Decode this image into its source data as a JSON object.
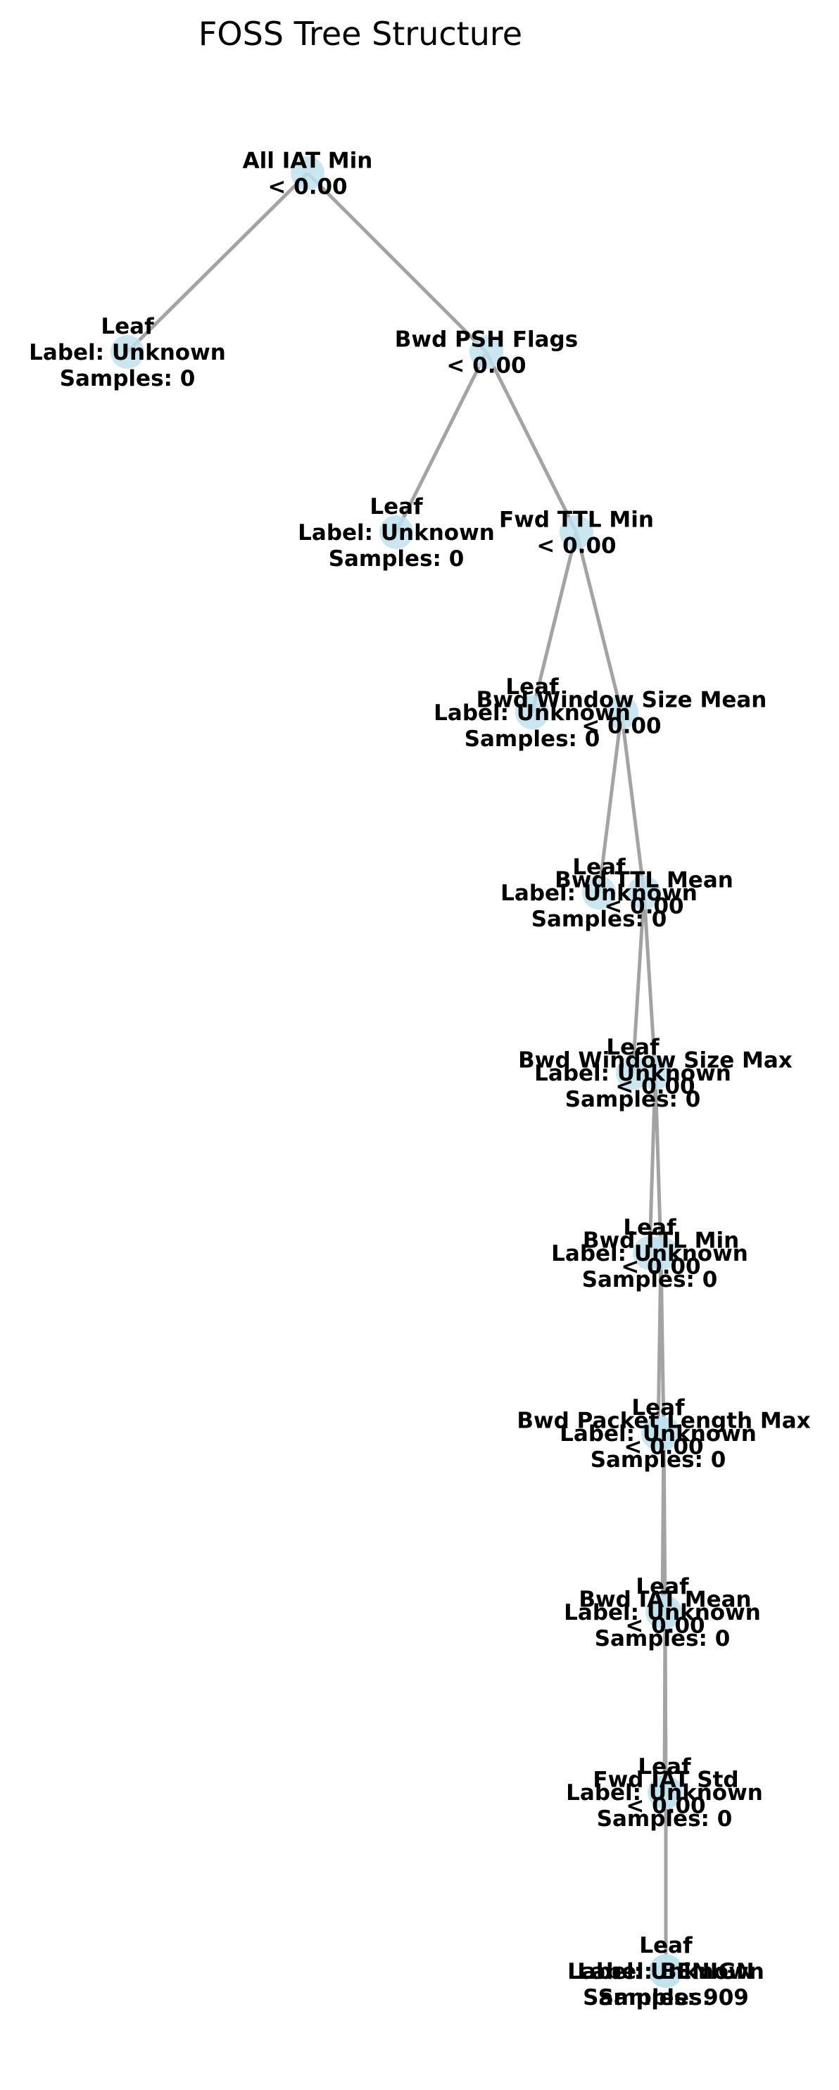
{
  "title": "FOSS Tree Structure",
  "colors": {
    "edge": "#a3a3a3",
    "node": "#bfe2ee",
    "text": "#000000"
  },
  "nodes": [
    {
      "id": "n0",
      "lines": [
        "All IAT Min",
        "< 0.00"
      ]
    },
    {
      "id": "n1",
      "lines": [
        "Leaf",
        "Label: Unknown",
        "Samples: 0"
      ]
    },
    {
      "id": "n2",
      "lines": [
        "Bwd PSH Flags",
        "< 0.00"
      ]
    },
    {
      "id": "n3",
      "lines": [
        "Leaf",
        "Label: Unknown",
        "Samples: 0"
      ]
    },
    {
      "id": "n4",
      "lines": [
        "Fwd TTL Min",
        "< 0.00"
      ]
    },
    {
      "id": "n5",
      "lines": [
        "Leaf",
        "Label: Unknown",
        "Samples: 0"
      ]
    },
    {
      "id": "n6",
      "lines": [
        "Bwd Window Size Mean",
        "< 0.00"
      ]
    },
    {
      "id": "n7",
      "lines": [
        "Leaf",
        "Label: Unknown",
        "Samples: 0"
      ]
    },
    {
      "id": "n8",
      "lines": [
        "Bwd TTL Mean",
        "< 0.00"
      ]
    },
    {
      "id": "n9",
      "lines": [
        "Leaf",
        "Label: Unknown",
        "Samples: 0"
      ]
    },
    {
      "id": "n10",
      "lines": [
        "Bwd Window Size Max",
        "< 0.00"
      ]
    },
    {
      "id": "n11",
      "lines": [
        "Leaf",
        "Label: Unknown",
        "Samples: 0"
      ]
    },
    {
      "id": "n12",
      "lines": [
        "Bwd TTL Min",
        "< 0.00"
      ]
    },
    {
      "id": "n13",
      "lines": [
        "Leaf",
        "Label: Unknown",
        "Samples: 0"
      ]
    },
    {
      "id": "n14",
      "lines": [
        "Bwd Packet Length Max",
        "< 0.00"
      ]
    },
    {
      "id": "n15",
      "lines": [
        "Leaf",
        "Label: Unknown",
        "Samples: 0"
      ]
    },
    {
      "id": "n16",
      "lines": [
        "Bwd IAT Mean",
        "< 0.00"
      ]
    },
    {
      "id": "n17",
      "lines": [
        "Leaf",
        "Label: Unknown",
        "Samples: 0"
      ]
    },
    {
      "id": "n18",
      "lines": [
        "Fwd IAT Std",
        "< 0.00"
      ]
    },
    {
      "id": "n19",
      "lines": [
        "Leaf",
        "Label: Unknown",
        "Samples: 0"
      ]
    },
    {
      "id": "n20",
      "lines": [
        "Leaf",
        "Label: BENIGN",
        "Samples: 909"
      ]
    }
  ],
  "edges": [
    [
      "n0",
      "n1"
    ],
    [
      "n0",
      "n2"
    ],
    [
      "n2",
      "n3"
    ],
    [
      "n2",
      "n4"
    ],
    [
      "n4",
      "n5"
    ],
    [
      "n4",
      "n6"
    ],
    [
      "n6",
      "n7"
    ],
    [
      "n6",
      "n8"
    ],
    [
      "n8",
      "n9"
    ],
    [
      "n8",
      "n10"
    ],
    [
      "n10",
      "n11"
    ],
    [
      "n10",
      "n12"
    ],
    [
      "n12",
      "n13"
    ],
    [
      "n12",
      "n14"
    ],
    [
      "n14",
      "n15"
    ],
    [
      "n14",
      "n16"
    ],
    [
      "n16",
      "n17"
    ],
    [
      "n16",
      "n18"
    ],
    [
      "n18",
      "n19"
    ],
    [
      "n18",
      "n20"
    ]
  ]
}
